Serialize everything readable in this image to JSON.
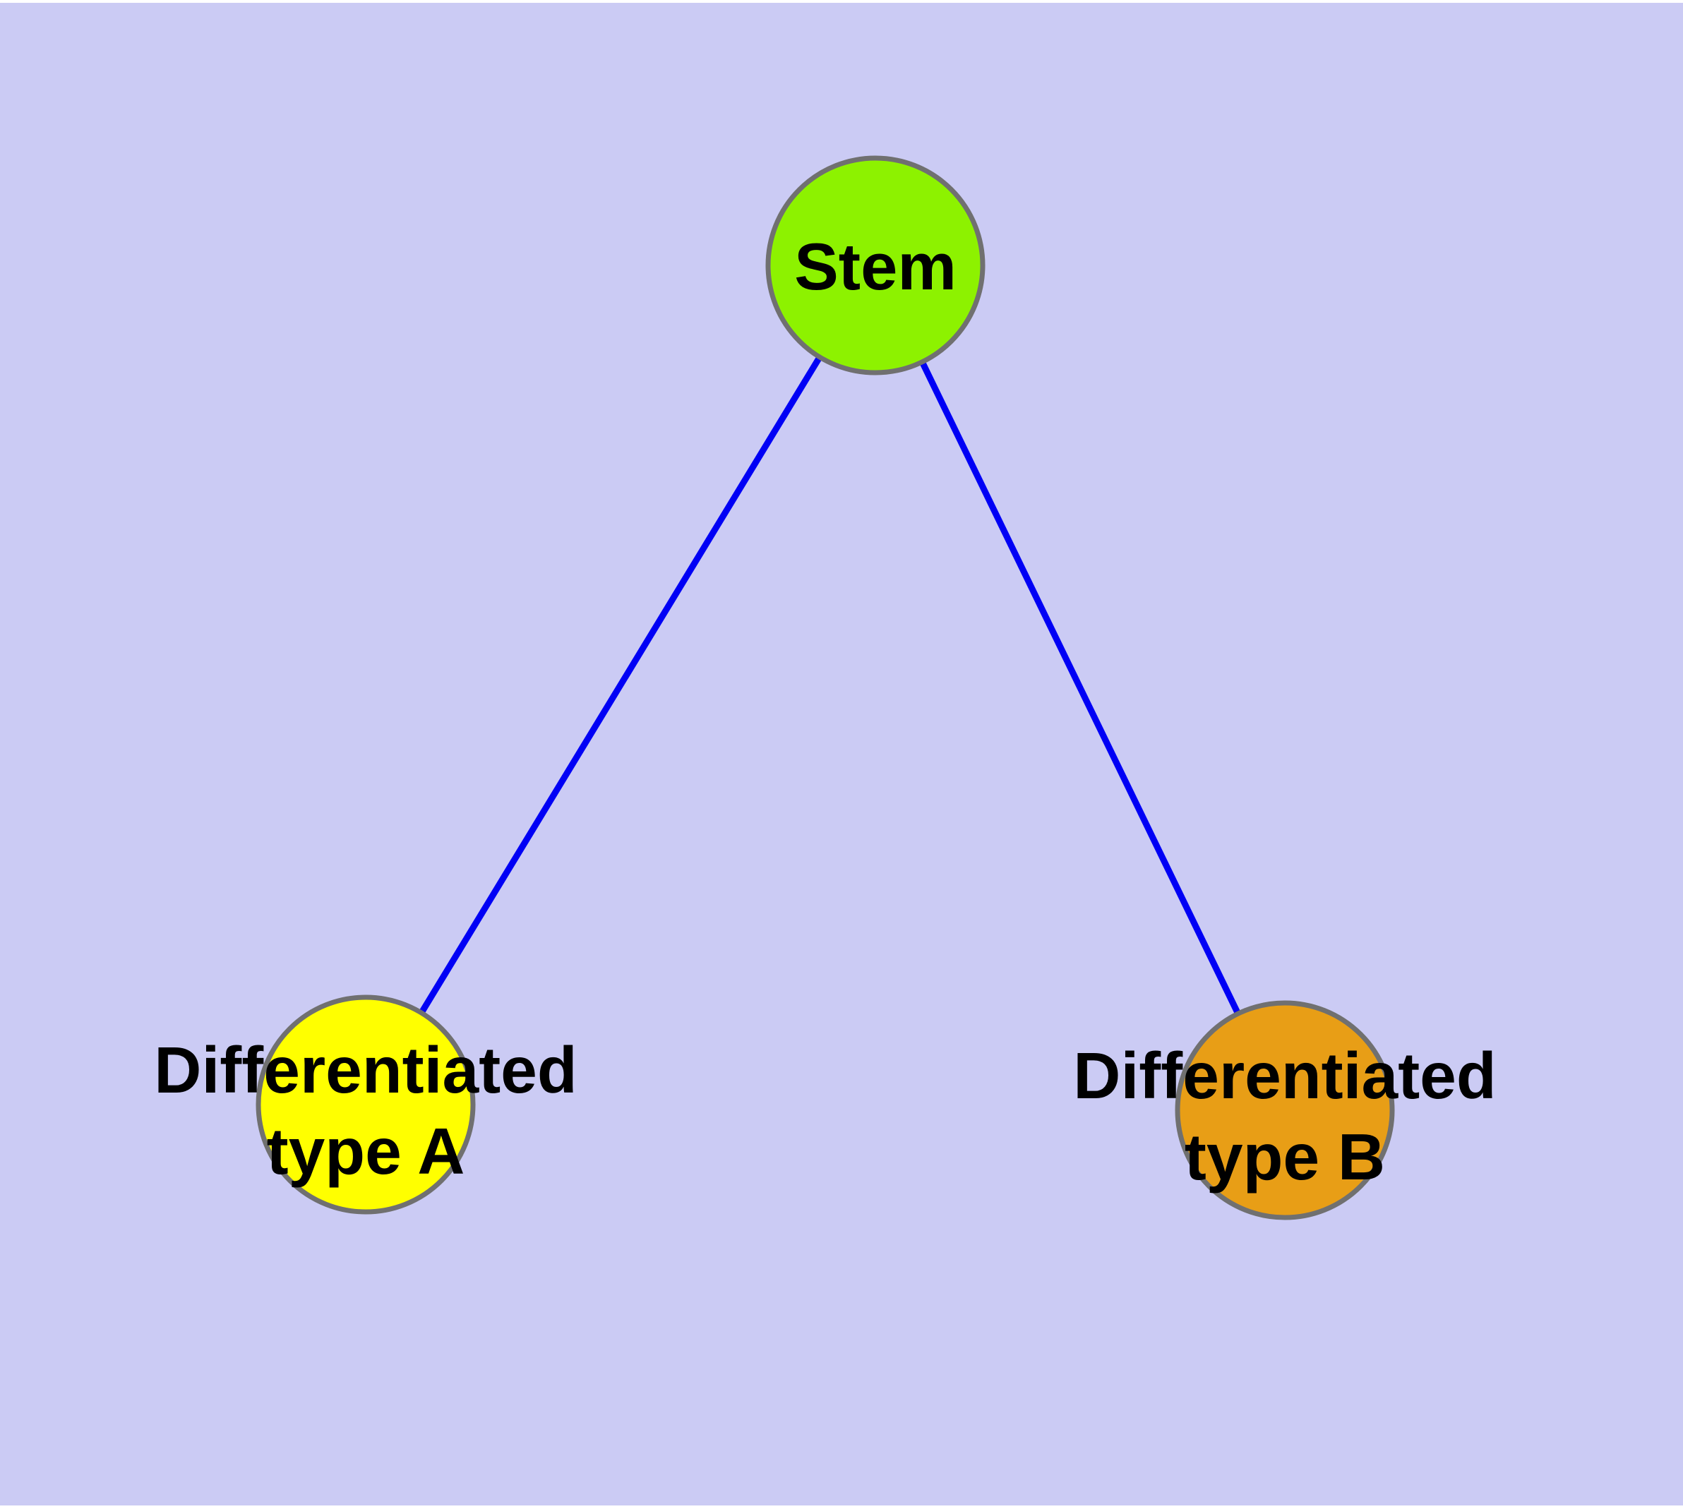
{
  "diagram": {
    "kind": "node-link-graph",
    "background_color": "#CBCBF4",
    "margin_color": "#FFFFFF",
    "edge_color": "#0000F5",
    "node_border_color": "#707070",
    "label_color": "#000000",
    "nodes": [
      {
        "id": "stem",
        "label": "Stem",
        "fill": "#8DF200"
      },
      {
        "id": "differentiated-type-a",
        "label_line1": "Differentiated",
        "label_line2": "type A",
        "fill": "#FFFF00"
      },
      {
        "id": "differentiated-type-b",
        "label_line1": "Differentiated",
        "label_line2": "type B",
        "fill": "#E89E16"
      }
    ],
    "edges": [
      {
        "from": "Stem",
        "to": "Differentiated type A"
      },
      {
        "from": "Stem",
        "to": "Differentiated type B"
      }
    ]
  }
}
